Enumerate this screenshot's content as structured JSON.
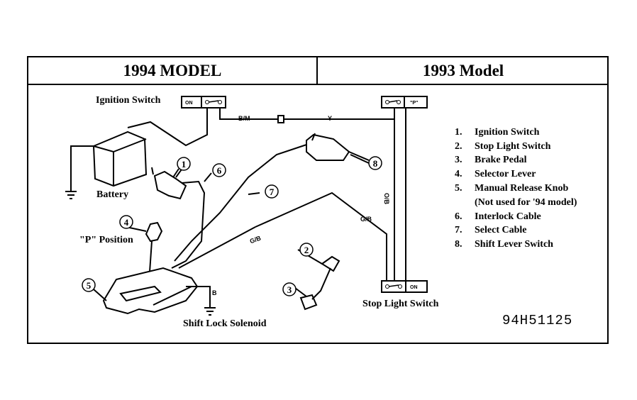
{
  "headers": {
    "left": "1994 MODEL",
    "right": "1993 Model"
  },
  "labels": {
    "ignition_switch": "Ignition Switch",
    "battery": "Battery",
    "p_position": "\"P\" Position",
    "shift_lock_solenoid": "Shift Lock Solenoid",
    "stop_light_switch": "Stop Light Switch"
  },
  "switch_labels": {
    "on": "ON",
    "p": "\"P\""
  },
  "wire_codes": {
    "bm": "B/M",
    "y": "Y",
    "ob": "O/B",
    "gb1": "G/B",
    "gb2": "G/B",
    "b": "B"
  },
  "callouts": [
    "1",
    "2",
    "3",
    "4",
    "5",
    "6",
    "7",
    "8"
  ],
  "legend": [
    {
      "num": "1.",
      "text": "Ignition Switch"
    },
    {
      "num": "2.",
      "text": "Stop Light Switch"
    },
    {
      "num": "3.",
      "text": "Brake Pedal"
    },
    {
      "num": "4.",
      "text": "Selector Lever"
    },
    {
      "num": "5.",
      "text": "Manual Release Knob"
    },
    {
      "num": "",
      "text": "(Not used for '94 model)"
    },
    {
      "num": "6.",
      "text": "Interlock Cable"
    },
    {
      "num": "7.",
      "text": "Select Cable"
    },
    {
      "num": "8.",
      "text": "Shift Lever Switch"
    }
  ],
  "figure_code": "94H51125"
}
